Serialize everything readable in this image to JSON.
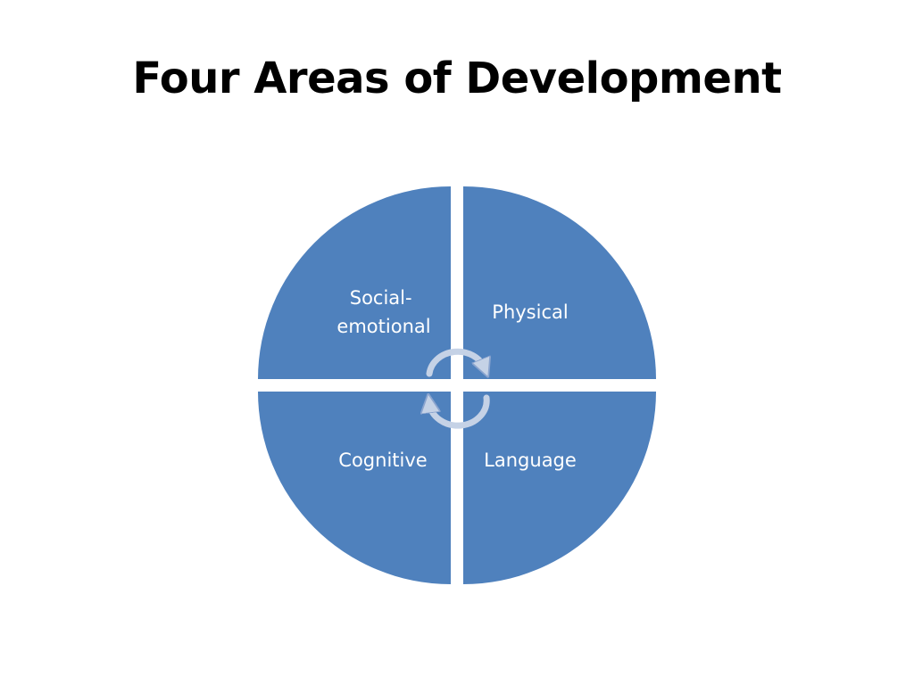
{
  "slide": {
    "title": "Four Areas of Development"
  },
  "diagram": {
    "fill_color": "#4f81bd",
    "arrow_color": "#c5d2e6",
    "quadrants": [
      {
        "label_lines": [
          "Social-",
          "emotional"
        ]
      },
      {
        "label_lines": [
          "Physical"
        ]
      },
      {
        "label_lines": [
          "Cognitive"
        ]
      },
      {
        "label_lines": [
          "Language"
        ]
      }
    ]
  }
}
